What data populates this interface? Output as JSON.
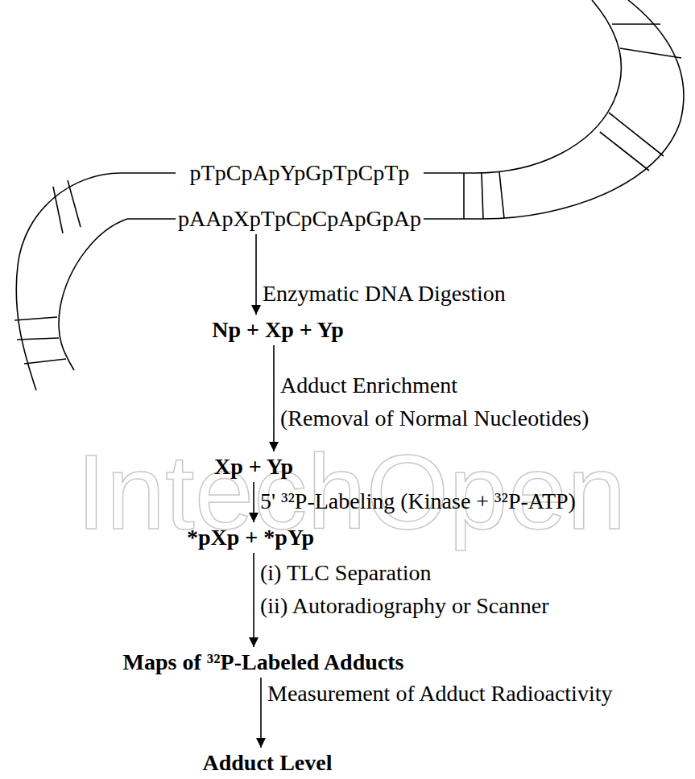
{
  "diagram": {
    "nodes": [
      {
        "text": [
          "pTpCpApYpGpTpCpTp",
          "pAApXpTpCpCpApGpAp"
        ]
      },
      {
        "text": [
          "Np + Xp + Yp"
        ]
      },
      {
        "text": [
          "Xp + Yp"
        ]
      },
      {
        "text": [
          "*pXp + *pYp"
        ]
      },
      {
        "text": [
          "Maps of ³²P-Labeled Adducts"
        ]
      },
      {
        "text": [
          "Adduct Level"
        ]
      }
    ],
    "edges": [
      {
        "from": 0,
        "to": 1,
        "arrow": "to",
        "label": "Enzymatic DNA Digestion"
      },
      {
        "from": 1,
        "to": 2,
        "arrow": "to",
        "label": "Adduct Enrichment"
      },
      {
        "from": 2,
        "to": 3,
        "arrow": "to",
        "label": "5' ³²P-Labeling (Kinase + ³²P-ATP)"
      },
      {
        "from": 3,
        "to": 4,
        "arrow": "to",
        "label": "(i) TLC Separation"
      },
      {
        "from": 4,
        "to": 5,
        "arrow": "to",
        "label": "Measurement of Adduct Radioactivity"
      }
    ],
    "labels": [
      "(Removal of Normal Nucleotides)",
      "(ii) Autoradiography or Scanner",
      "IntechOpen"
    ]
  }
}
